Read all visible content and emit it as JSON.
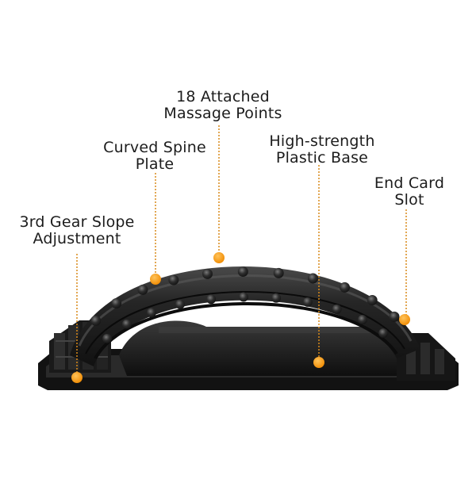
{
  "callouts": [
    {
      "id": "slope",
      "lines": [
        "3rd Gear Slope",
        "Adjustment"
      ]
    },
    {
      "id": "plate",
      "lines": [
        "Curved Spine",
        "Plate"
      ]
    },
    {
      "id": "points",
      "lines": [
        "18 Attached",
        "Massage Points"
      ]
    },
    {
      "id": "base",
      "lines": [
        "High-strength",
        "Plastic Base"
      ]
    },
    {
      "id": "slot",
      "lines": [
        "End Card",
        "Slot"
      ]
    }
  ],
  "colors": {
    "accent": "#f4a11e",
    "accent_line": "#d98a1a",
    "product_body": "#1f1f1f",
    "product_highlight": "#555555",
    "background": "#ffffff",
    "text": "#1c1c1c"
  },
  "product": {
    "name": "back-stretcher-device"
  }
}
